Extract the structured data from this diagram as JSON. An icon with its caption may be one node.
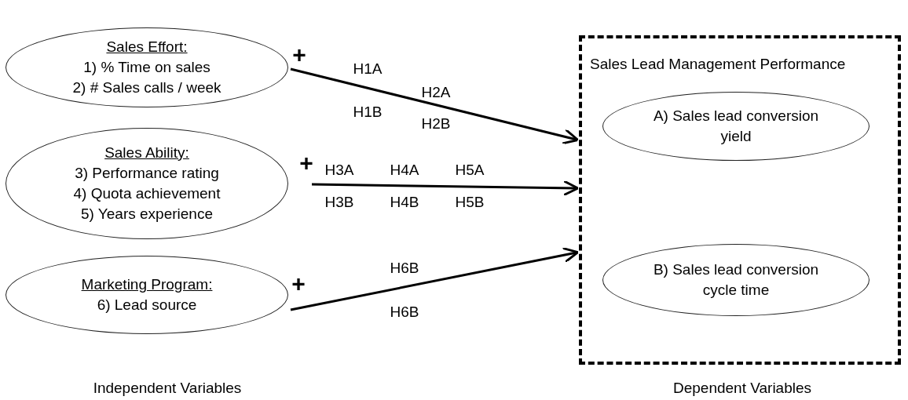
{
  "diagram": {
    "nodes": [
      {
        "text": [
          "Sales Effort:",
          "1) % Time on sales",
          "2) # Sales calls / week"
        ]
      },
      {
        "text": [
          "Sales Ability:",
          "3) Performance rating",
          "4) Quota achievement",
          "5) Years experience"
        ]
      },
      {
        "text": [
          "Marketing Program:",
          "6) Lead source"
        ]
      },
      {
        "text": [
          "Sales Lead Management Performance"
        ]
      },
      {
        "text": [
          "A) Sales lead conversion yield"
        ],
        "in": 3
      },
      {
        "text": [
          "B) Sales lead conversion cycle time"
        ],
        "in": 3
      }
    ],
    "edges": [
      {
        "from": 0,
        "to": 3,
        "arrow": "to"
      },
      {
        "from": 1,
        "to": 3,
        "arrow": "to"
      },
      {
        "from": 2,
        "to": 3,
        "arrow": "to"
      }
    ],
    "labels": [
      "+",
      "H1A",
      "H2A",
      "H1B",
      "H2B",
      "+",
      "H3A",
      "H4A",
      "H5A",
      "H3B",
      "H4B",
      "H5B",
      "+",
      "H6B",
      "H6B",
      "Independent Variables",
      "Dependent Variables"
    ]
  }
}
